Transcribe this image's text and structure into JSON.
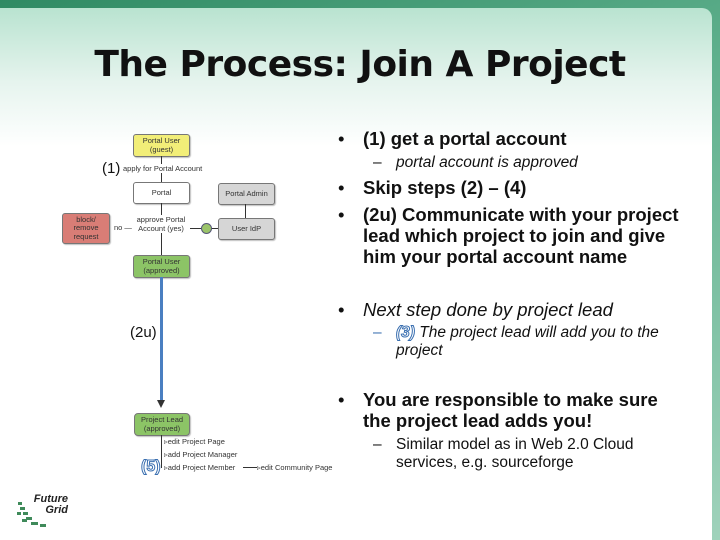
{
  "slide": {
    "title": "The Process: Join A Project",
    "bullets": [
      {
        "text": "(1) get a portal account",
        "sub": [
          "portal account is approved"
        ]
      },
      {
        "text": "Skip steps (2) – (4)"
      },
      {
        "text": "(2u) Communicate with your project lead which project to join and give him your portal account name"
      },
      {
        "text": "Next step done by project lead",
        "sub_step": "(3)",
        "sub": [
          "The project lead will add you to the project"
        ]
      },
      {
        "text": "You are responsible to make sure the project lead adds you!",
        "sub": [
          "Similar model as in Web 2.0 Cloud services, e.g. sourceforge"
        ]
      }
    ],
    "bullet_symbol": "•",
    "dash_symbol": "–"
  },
  "diagram": {
    "step_labels": {
      "s1": "(1)",
      "s2u": "(2u)",
      "s5": "(5)"
    },
    "nodes": {
      "portal_user_guest": "Portal User (guest)",
      "portal": "Portal",
      "portal_admin": "Portal Admin",
      "block_remove": "block/ remove request",
      "user_idp": "User IdP",
      "portal_user_approved": "Portal User (approved)",
      "project_lead": "Project Lead (approved)"
    },
    "edges": {
      "apply": "apply for Portal Account",
      "approve": "approve Portal Account (yes)",
      "no": "no —",
      "edit_project_page": "edit Project Page",
      "add_project_manager": "add Project Manager",
      "add_project_member": "add Project Member",
      "edit_community_page": "edit Community Page"
    },
    "colors": {
      "guest": "#f2ee78",
      "approved": "#8cc466",
      "admin": "#d6d6d6",
      "block": "#d97d76",
      "flow_line": "#4a7fc1"
    }
  },
  "logo": {
    "text": "Future Grid"
  }
}
